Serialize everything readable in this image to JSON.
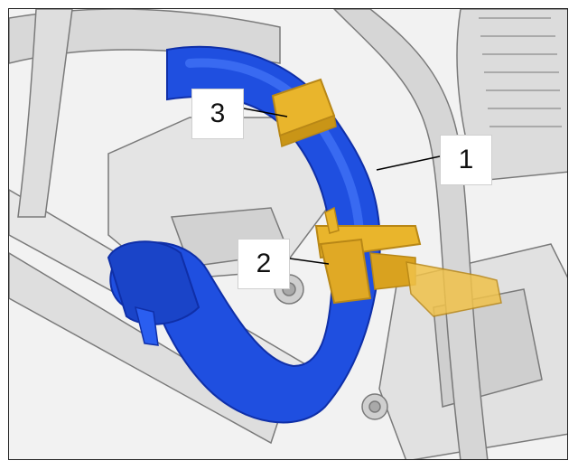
{
  "callouts": [
    {
      "label": "1",
      "part": "coolant-hose"
    },
    {
      "label": "2",
      "part": "hose-clamp-holder"
    },
    {
      "label": "3",
      "part": "hose-clamp"
    }
  ],
  "colors": {
    "hose": "#1f4fe0",
    "hose_highlight": "#3f74ff",
    "hose_shadow": "#0f2fa8",
    "clamp": "#e9b52c",
    "clamp_shadow": "#b88716",
    "engine_light": "#e6e6e6",
    "engine_mid": "#cfcfcf",
    "engine_dark": "#a9a9a9",
    "outline": "#6e6e6e"
  }
}
